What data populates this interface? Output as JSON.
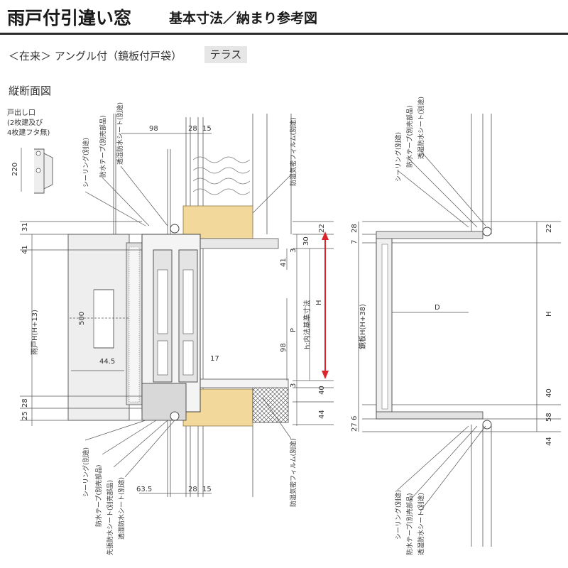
{
  "header": {
    "title": "雨戸付引違い窓",
    "subtitle": "基本寸法／納まり参考図",
    "variant": "＜在来＞ アングル付（鏡板付戸袋）",
    "tag": "テラス",
    "section": "縦断面図"
  },
  "left_drawing": {
    "outlet_note": [
      "戸出し口",
      "(2枚建及び",
      "4枚建フタ無)"
    ],
    "callouts_top": [
      "シーリング(別途)",
      "防水テープ(別売部品)",
      "透湿防水シート(別途)"
    ],
    "callout_film_top": "防湿気密フィルム(別途)",
    "callouts_bottom": [
      "シーリング(別途)",
      "防水テープ(別売部品)",
      "先張防水シート(別売部品)",
      "透湿防水シート(別途)"
    ],
    "callout_film_bottom": "防湿気密フィルム(別途)",
    "dims_top": [
      "98",
      "28",
      "15"
    ],
    "dims_bottom": [
      "63.5",
      "28",
      "15"
    ],
    "dim_220": "220",
    "dims_left": [
      "31",
      "41",
      "28",
      "25"
    ],
    "door_height_label": "雨戸H(H+13)",
    "dim_500": "500",
    "dim_445": "44.5",
    "dims_right": [
      "22",
      "30",
      "3",
      "41",
      "98",
      "17",
      "3",
      "40",
      "44"
    ],
    "label_P": "P",
    "label_h": "h:内法基準寸法",
    "label_H": "H"
  },
  "right_drawing": {
    "callouts_top": [
      "シーリング(別途)",
      "防水テープ(別売部品)",
      "透湿防水シート(別途)"
    ],
    "callouts_bottom": [
      "シーリング(別途)",
      "防水テープ(別売部品)",
      "透湿防水シート(別途)"
    ],
    "dims_left_top": [
      "28",
      "7"
    ],
    "panel_height_label": "鏡板H(H+38)",
    "dims_left_bottom": [
      "6",
      "27"
    ],
    "label_D": "D",
    "label_H": "H",
    "dims_right": [
      "22",
      "40",
      "58",
      "44"
    ]
  },
  "colors": {
    "insulation": "#f2d89a",
    "frame": "#cfcfcf",
    "accent_arrow": "#d9262c",
    "ink": "#333333"
  }
}
